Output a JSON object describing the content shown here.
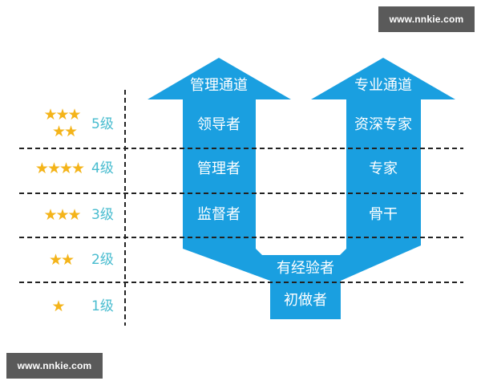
{
  "colors": {
    "arrow_fill": "#1a9fe0",
    "arrow_text": "#ffffff",
    "level_text": "#48bccf",
    "star": "#f4b41a",
    "dashed_line": "#222222",
    "watermark_bg": "#5a5a5a",
    "watermark_text": "#ffffff"
  },
  "levels": [
    {
      "label": "5级",
      "stars_row1": "★★★",
      "stars_row2": "★★"
    },
    {
      "label": "4级",
      "stars_row1": "★★★★"
    },
    {
      "label": "3级",
      "stars_row1": "★★★"
    },
    {
      "label": "2级",
      "stars_row1": "★★"
    },
    {
      "label": "1级",
      "stars_row1": "★"
    }
  ],
  "management_track": {
    "title": "管理通道",
    "stages": [
      "领导者",
      "管理者",
      "监督者"
    ]
  },
  "professional_track": {
    "title": "专业通道",
    "stages": [
      "资深专家",
      "专家",
      "骨干"
    ]
  },
  "shared_stages": {
    "experienced": "有经验者",
    "beginner": "初做者"
  },
  "watermarks": {
    "top_right": "www.nnkie.com",
    "bottom_left": "www.nnkie.com"
  }
}
